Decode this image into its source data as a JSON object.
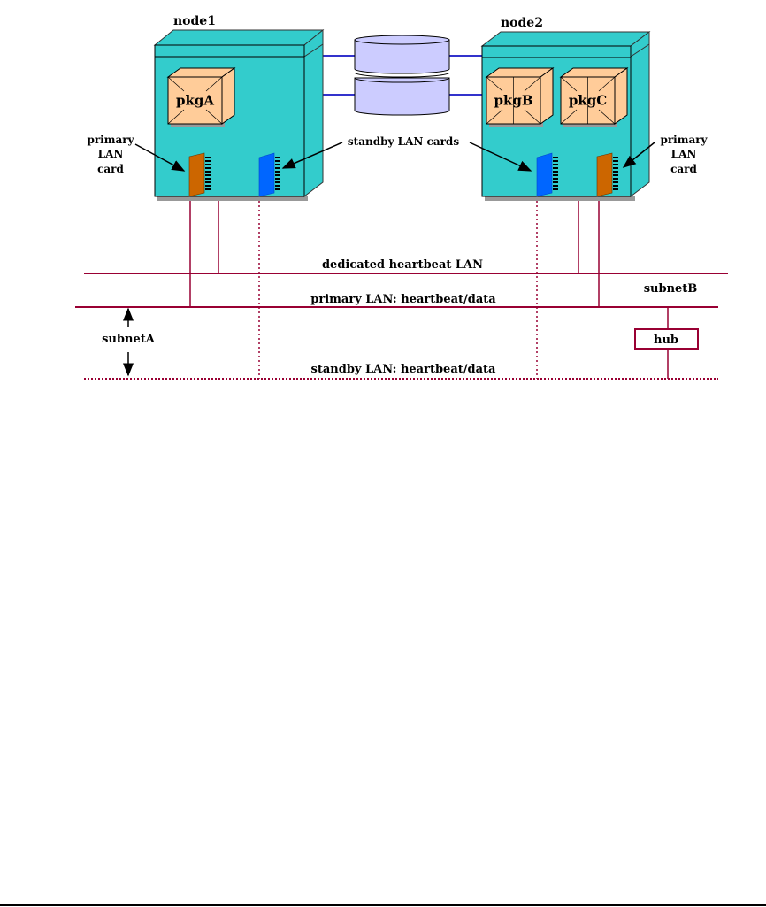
{
  "nodes": [
    {
      "name": "node1",
      "packages": [
        "pkgA"
      ]
    },
    {
      "name": "node2",
      "packages": [
        "pkgB",
        "pkgC"
      ]
    }
  ],
  "labels": {
    "node1_primary_card": [
      "primary",
      "LAN",
      "card"
    ],
    "standby_cards": "standby LAN cards",
    "node2_primary_card": [
      "primary",
      "LAN",
      "card"
    ],
    "dedicated_lan": "dedicated heartbeat LAN",
    "primary_lan": "primary LAN: heartbeat/data",
    "standby_lan": "standby LAN: heartbeat/data",
    "subnet_a": "subnetA",
    "subnet_b": "subnetB",
    "hub": "hub"
  },
  "colors": {
    "node": "#33cccc",
    "package": "#ffcc99",
    "disk": "#ccccff",
    "primary_card": "#cc6600",
    "standby_card": "#0066ff",
    "lan": "#990033",
    "disk_link": "#3333cc"
  }
}
